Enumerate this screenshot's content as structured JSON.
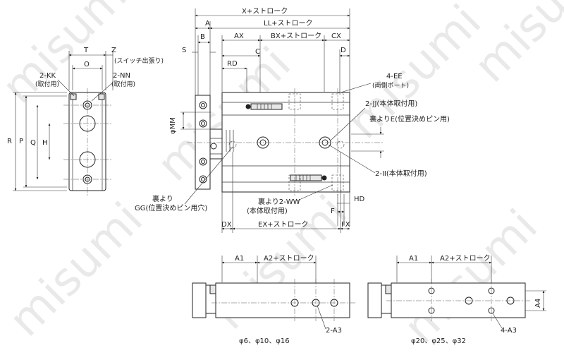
{
  "watermark": "misumi",
  "front_view": {
    "T": "T",
    "Z": "Z",
    "O": "O",
    "switch_note": "(スイッチ出張り)",
    "kk": "2-KK",
    "kk_note": "(取付用)",
    "nn": "2-NN",
    "nn_note": "(取付用)",
    "R": "R",
    "P": "P",
    "Q": "Q",
    "H": "H"
  },
  "side_view": {
    "X": "X+ストローク",
    "A": "A",
    "LL": "LL+ストローク",
    "S": "S",
    "B": "B",
    "AX": "AX",
    "BX": "BX+ストローク",
    "CX": "CX",
    "C": "C",
    "D": "D",
    "RD": "RD",
    "ee": "4-EE",
    "ee_note": "(両側ポート)",
    "jj": "2-JJ(本体取付用)",
    "e_note": "裏よりE(位置決めピン用)",
    "MM": "φMM",
    "ii": "2-II(本体取付用)",
    "gg_1": "裏より",
    "gg_2": "GG(位置決めピン用穴)",
    "ww_1": "裏より2-WW",
    "ww_2": "(本体取付用)",
    "HD": "HD",
    "F": "F",
    "DX": "DX",
    "EX": "EX+ストローク",
    "FX": "FX"
  },
  "bottom_small": {
    "A1": "A1",
    "A2": "A2+ストローク",
    "a3": "2-A3",
    "sizes": "φ6、φ10、φ16"
  },
  "bottom_large": {
    "A1": "A1",
    "A2": "A2+ストローク",
    "a3": "4-A3",
    "A4": "A4",
    "sizes": "φ20、φ25、φ32"
  }
}
